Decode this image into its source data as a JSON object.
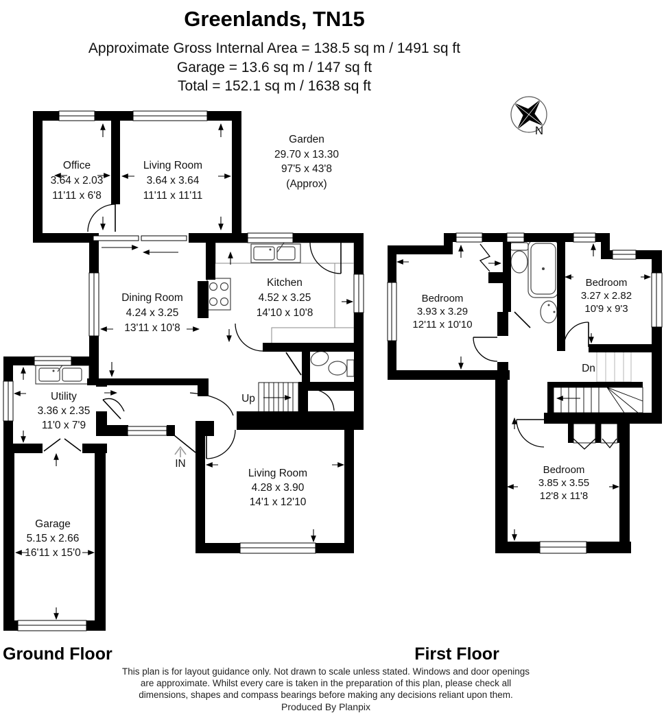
{
  "header": {
    "title": "Greenlands, TN15",
    "area_line1": "Approximate Gross Internal Area = 138.5 sq m / 1491 sq ft",
    "area_line2": "Garage = 13.6 sq m / 147 sq ft",
    "area_line3": "Total = 152.1 sq m / 1638 sq ft"
  },
  "compass_label": "N",
  "garden": {
    "name": "Garden",
    "metric": "29.70 x 13.30",
    "imperial": "97'5 x 43'8",
    "approx": "(Approx)"
  },
  "ground_floor": {
    "label": "Ground Floor",
    "up_label": "Up",
    "in_label": "IN",
    "rooms": {
      "office": {
        "name": "Office",
        "metric": "3.64 x 2.03",
        "imperial": "11'11 x 6'8"
      },
      "living_room": {
        "name": "Living Room",
        "metric": "3.64 x 3.64",
        "imperial": "11'11 x 11'11"
      },
      "dining_room": {
        "name": "Dining Room",
        "metric": "4.24 x 3.25",
        "imperial": "13'11 x 10'8"
      },
      "kitchen": {
        "name": "Kitchen",
        "metric": "4.52 x 3.25",
        "imperial": "14'10 x 10'8"
      },
      "utility": {
        "name": "Utility",
        "metric": "3.36 x 2.35",
        "imperial": "11'0 x 7'9"
      },
      "garage": {
        "name": "Garage",
        "metric": "5.15 x 2.66",
        "imperial": "16'11 x 15'0"
      },
      "living_room2": {
        "name": "Living Room",
        "metric": "4.28 x 3.90",
        "imperial": "14'1 x 12'10"
      }
    }
  },
  "first_floor": {
    "label": "First Floor",
    "down_label": "Dn",
    "rooms": {
      "bedroom1": {
        "name": "Bedroom",
        "metric": "3.93 x 3.29",
        "imperial": "12'11 x 10'10"
      },
      "bedroom2": {
        "name": "Bedroom",
        "metric": "3.27 x 2.82",
        "imperial": "10'9 x 9'3"
      },
      "bedroom3": {
        "name": "Bedroom",
        "metric": "3.85 x 3.55",
        "imperial": "12'8 x 11'8"
      }
    }
  },
  "footer": {
    "disclaimer_line1": "This plan is for layout guidance only. Not drawn to scale unless stated. Windows and door openings",
    "disclaimer_line2": "are approximate. Whilst every care is taken in the preparation of this plan, please check all",
    "disclaimer_line3": "dimensions, shapes and compass bearings before making any decisions reliant upon them.",
    "produced_by": "Produced By Planpix"
  },
  "colors": {
    "wall": "#000000",
    "background": "#ffffff",
    "stairs_gray": "#b5b5b5"
  }
}
